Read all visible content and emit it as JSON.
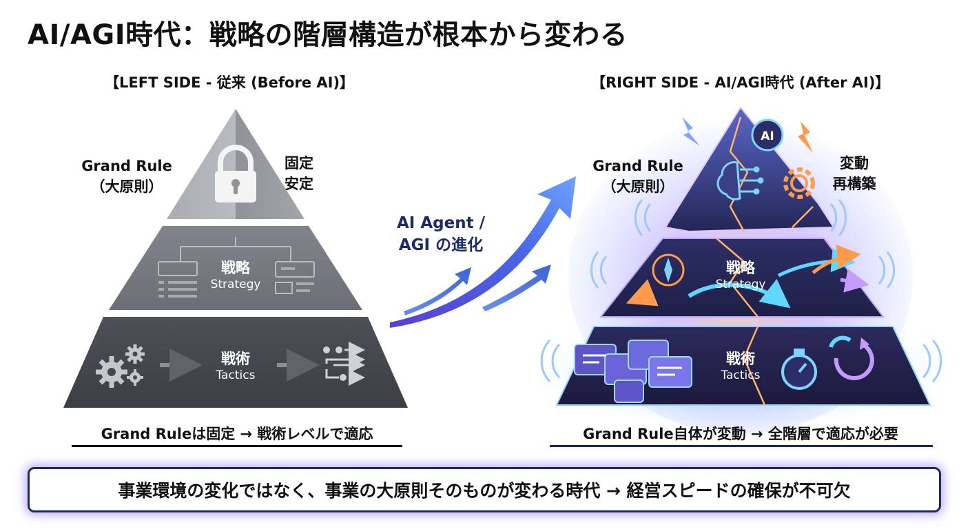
{
  "title": "AI/AGI時代：戦略の階層構造が根本から変わる",
  "left": {
    "header": "【LEFT SIDE - 従来 (Before AI)】",
    "grand_rule": [
      "Grand Rule",
      "（大原則）"
    ],
    "status": [
      "固定",
      "安定"
    ],
    "strategy": {
      "jp": "戦略",
      "en": "Strategy"
    },
    "tactics": {
      "jp": "戦術",
      "en": "Tactics"
    },
    "caption": "Grand Ruleは固定 → 戦術レベルで適応"
  },
  "middle": {
    "arrow_label": [
      "AI Agent /",
      "AGI の進化"
    ]
  },
  "right": {
    "header": "【RIGHT SIDE - AI/AGI時代 (After AI)】",
    "grand_rule": [
      "Grand Rule",
      "（大原則）"
    ],
    "status": [
      "変動",
      "再構築"
    ],
    "strategy": {
      "jp": "戦略",
      "en": "Strategy"
    },
    "tactics": {
      "jp": "戦術",
      "en": "Tactics"
    },
    "ai_badge": "AI",
    "caption": "Grand Rule自体が変動 → 全階層で適応が必要"
  },
  "bottom_banner": "事業環境の変化ではなく、事業の大原則そのものが変わる時代 → 経営スピードの確保が不可欠",
  "colors": {
    "left_top": "#9b9fa4",
    "left_mid": "#71767d",
    "left_bottom": "#454a51",
    "right_dark": "#23224a",
    "glow_purple": "#9a7cff",
    "glow_orange": "#ff8a3d",
    "arrow_blue": "#2d4fd6",
    "caption_line_left": "#111111",
    "caption_line_right": "#1d2a5c"
  }
}
